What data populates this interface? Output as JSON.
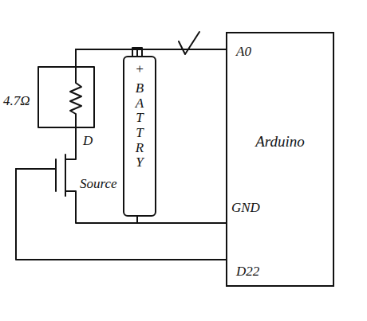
{
  "diagram": {
    "nodes": [
      {
        "text": [
          "+",
          "BATTRY"
        ]
      },
      {
        "text": [
          "Arduino"
        ]
      }
    ],
    "edges": [
      {
        "from": 0,
        "to": 1,
        "arrow": "none"
      },
      {
        "from": 0,
        "to": 1,
        "arrow": "none"
      }
    ],
    "labels": [
      "4.7Ω",
      "D",
      "Source",
      "A0",
      "GND",
      "D22"
    ]
  }
}
